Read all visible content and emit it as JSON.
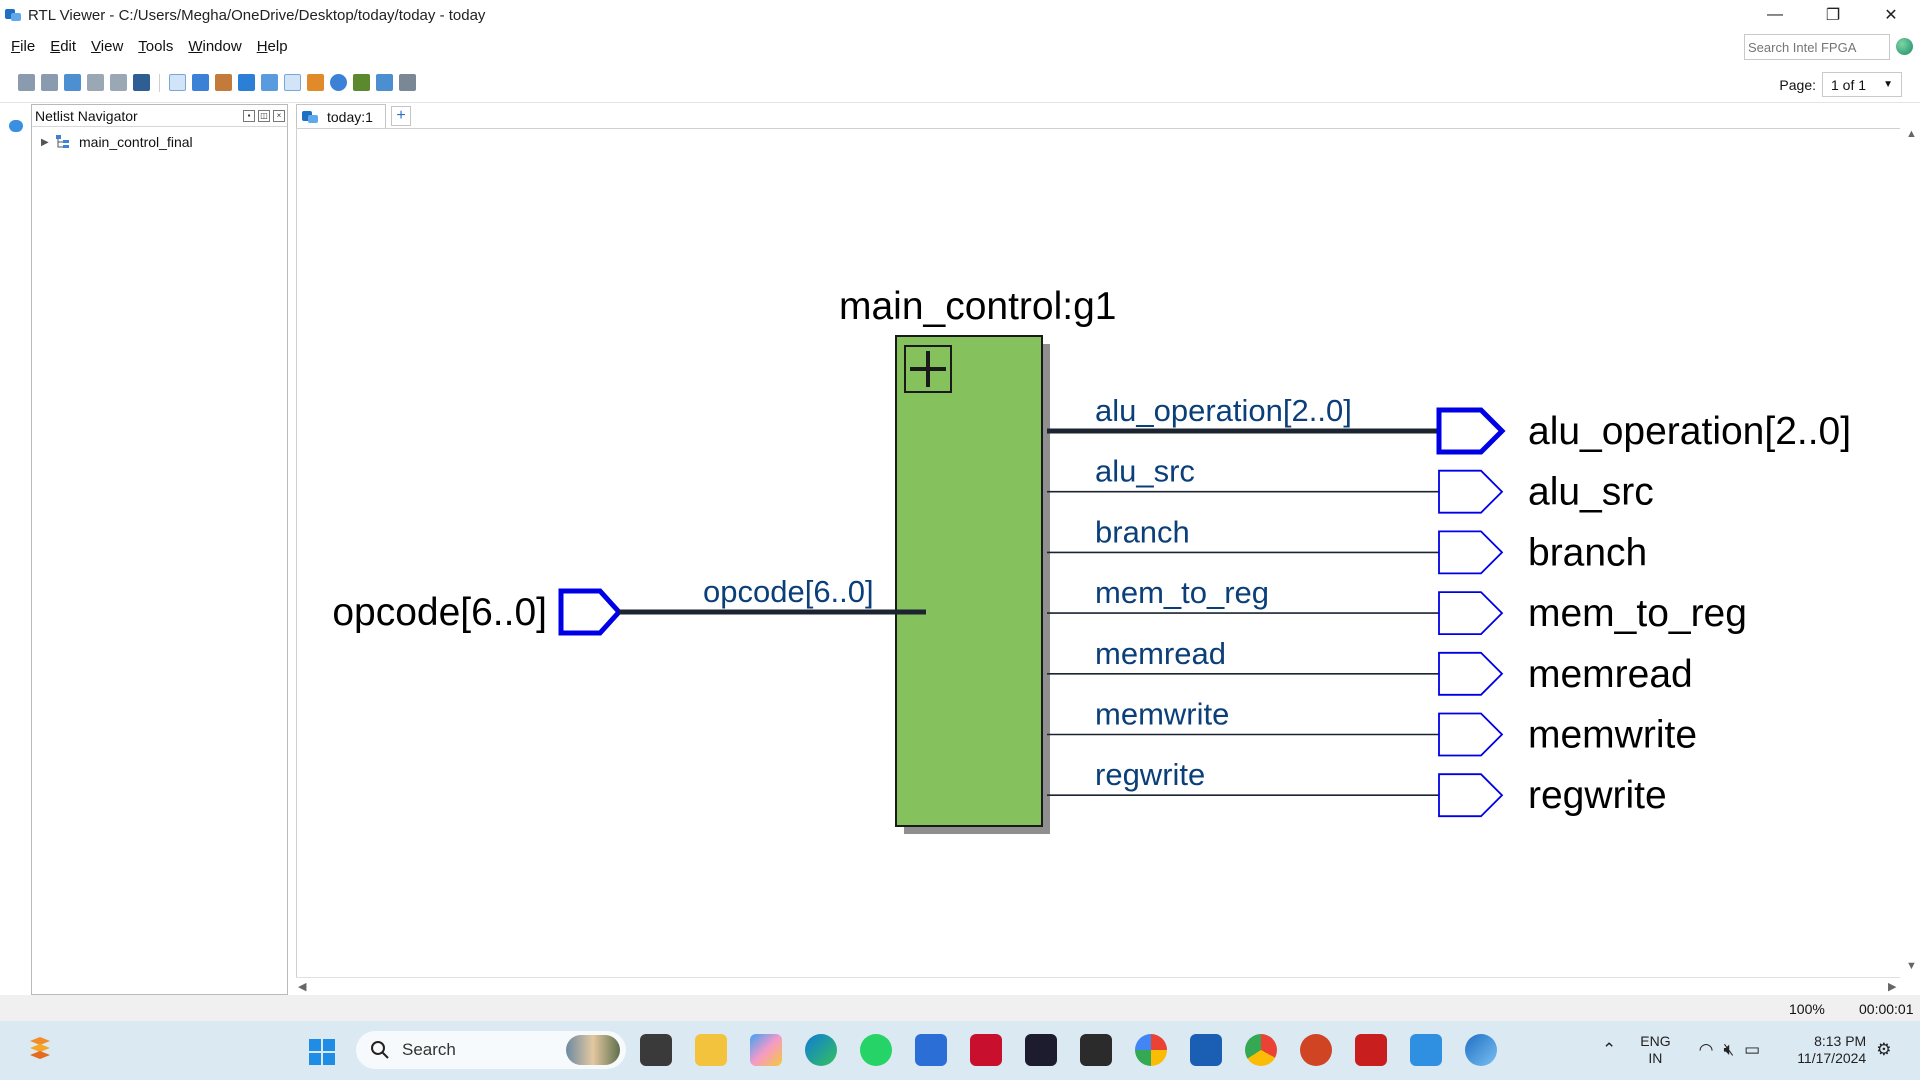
{
  "window": {
    "title": "RTL Viewer - C:/Users/Megha/OneDrive/Desktop/today/today - today",
    "minimize": "—",
    "restore": "❐",
    "close": "✕"
  },
  "menu": [
    "File",
    "Edit",
    "View",
    "Tools",
    "Window",
    "Help"
  ],
  "search": {
    "placeholder": "Search Intel FPGA"
  },
  "toolbar": {
    "page_label": "Page:",
    "page_value": "1 of 1"
  },
  "navigator": {
    "title": "Netlist Navigator",
    "tree": [
      {
        "label": "main_control_final"
      }
    ]
  },
  "tabs": [
    {
      "label": "today:1"
    }
  ],
  "tab_add": "+",
  "schematic": {
    "instance_label": "main_control:g1",
    "input_port": {
      "name": "opcode[6..0]",
      "pin_label": "opcode[6..0]",
      "bus": true
    },
    "outputs": [
      {
        "pin_label": "alu_operation[2..0]",
        "port_name": "alu_operation[2..0]",
        "bus": true
      },
      {
        "pin_label": "alu_src",
        "port_name": "alu_src",
        "bus": false
      },
      {
        "pin_label": "branch",
        "port_name": "branch",
        "bus": false
      },
      {
        "pin_label": "mem_to_reg",
        "port_name": "mem_to_reg",
        "bus": false
      },
      {
        "pin_label": "memread",
        "port_name": "memread",
        "bus": false
      },
      {
        "pin_label": "memwrite",
        "port_name": "memwrite",
        "bus": false
      },
      {
        "pin_label": "regwrite",
        "port_name": "regwrite",
        "bus": false
      }
    ],
    "colors": {
      "block": "#85c15c",
      "port": "#0000e6",
      "wire": "#1b2430",
      "pin_text": "#0b3f79"
    }
  },
  "status": {
    "zoom": "100%",
    "elapsed": "00:00:01"
  },
  "taskbar": {
    "search_label": "Search",
    "lang_line1": "ENG",
    "lang_line2": "IN",
    "time": "8:13 PM",
    "date": "11/17/2024"
  }
}
